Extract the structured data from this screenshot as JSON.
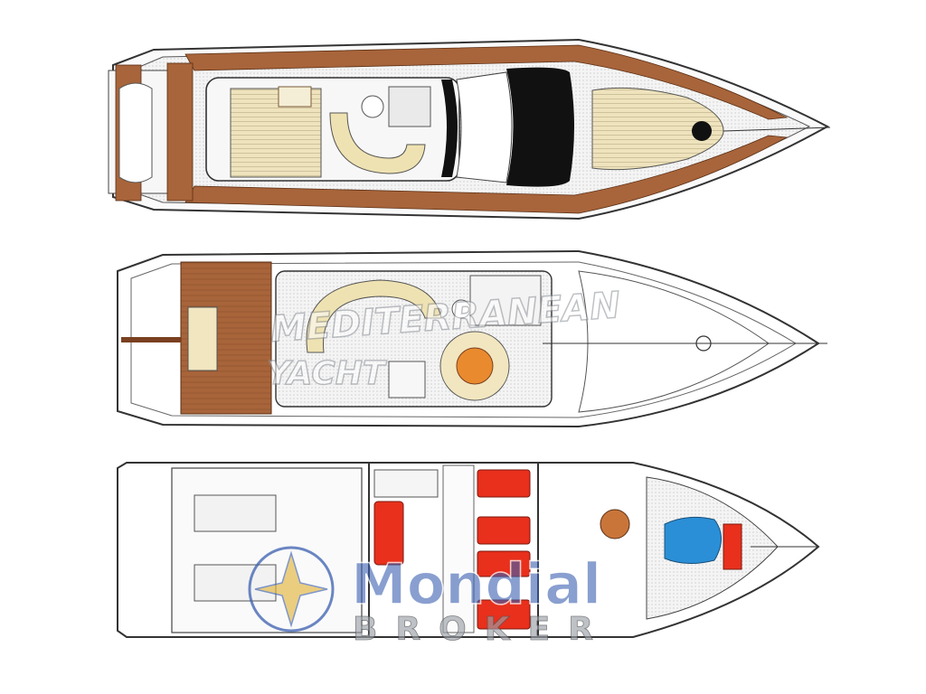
{
  "watermarks": {
    "mediterranean": {
      "line1": "MEDITERRANEAN",
      "line2": "YACHT"
    },
    "mondial": {
      "name": "Mondial",
      "sub": "BROKER"
    }
  },
  "colors": {
    "teak": "#a8643a",
    "teak_dark": "#7a4020",
    "cream": "#f1e6c0",
    "red_bed": "#e8301c",
    "blue_bed": "#2a8fd6",
    "outline": "#333333",
    "wm_blue": "#3a5fb0",
    "wm_gray": "#9aa0a8"
  }
}
